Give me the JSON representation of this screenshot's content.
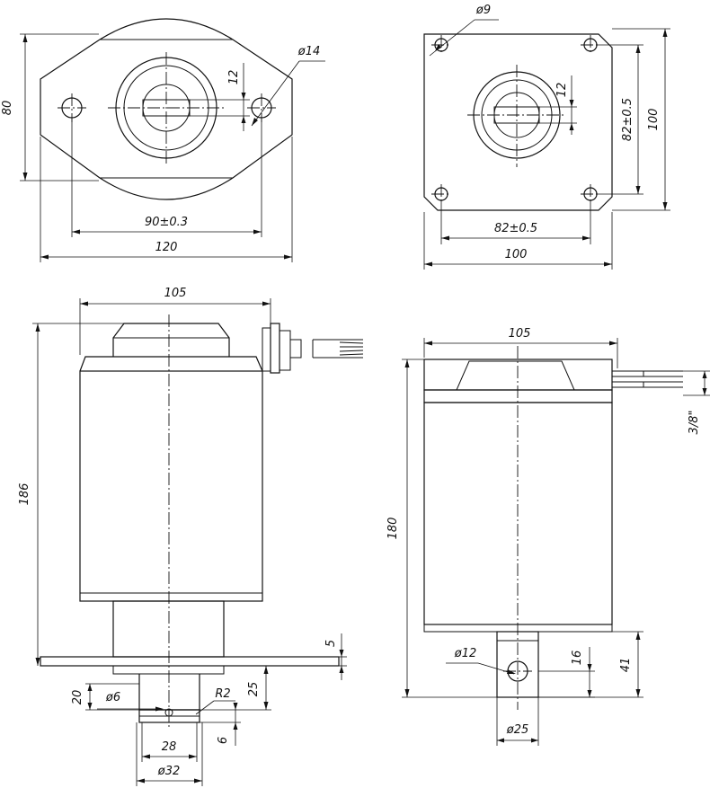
{
  "views": {
    "top_left": {
      "dims": {
        "height": "80",
        "width": "120",
        "hole_spacing": "90±0.3",
        "hole_dia": "ø14",
        "shaft_flat": "12"
      }
    },
    "top_right": {
      "dims": {
        "hole_dia": "ø9",
        "shaft_flat": "12",
        "hole_spacing_v": "82±0.5",
        "height": "100",
        "hole_spacing_h": "82±0.5",
        "width": "100"
      }
    },
    "bottom_left": {
      "dims": {
        "width": "105",
        "height": "186",
        "plate": "5",
        "d6": "ø6",
        "r2": "R2",
        "h20": "20",
        "h25": "25",
        "w28": "28",
        "h6": "6",
        "d32": "ø32"
      }
    },
    "bottom_right": {
      "dims": {
        "width": "105",
        "height": "180",
        "thread": "3/8\"",
        "hole_dia": "ø12",
        "h16": "16",
        "h41": "41",
        "d25": "ø25"
      }
    }
  }
}
